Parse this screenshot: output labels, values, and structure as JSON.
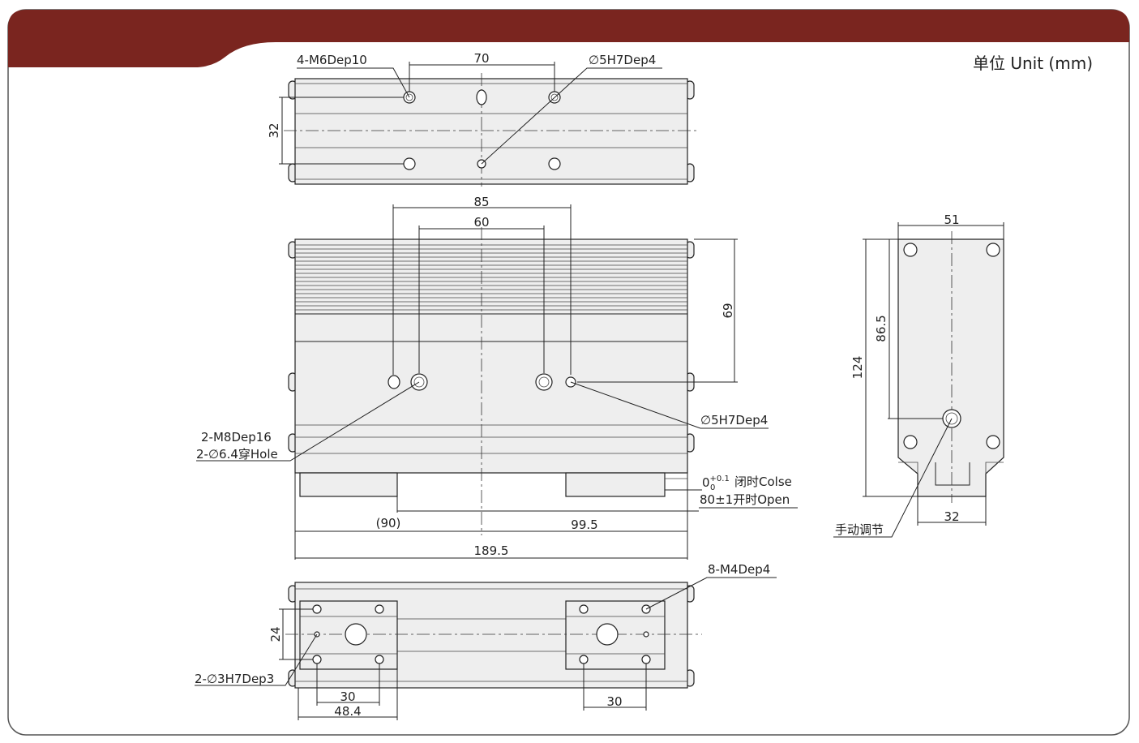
{
  "header": {
    "unit_label": "单位 Unit (mm)",
    "color": "#7a251f"
  },
  "top_view": {
    "holes_label": "4-M6Dep10",
    "pin_label": "∅5H7Dep4",
    "dim_width": "70",
    "dim_height": "32"
  },
  "front_view": {
    "dim_85": "85",
    "dim_60": "60",
    "dim_69": "69",
    "pin_label": "∅5H7Dep4",
    "thread_label": "2-M8Dep16",
    "hole_label": "2-∅6.4穿Hole",
    "close_label": "闭时Colse",
    "close_tol_main": "0",
    "close_tol_sup": "+0.1",
    "close_tol_sub": "0",
    "open_label": "80±1开时Open",
    "dim_90": "(90)",
    "dim_99_5": "99.5",
    "dim_189_5": "189.5"
  },
  "side_view": {
    "dim_51": "51",
    "dim_124": "124",
    "dim_86_5": "86.5",
    "dim_32": "32",
    "adjust_label": "手动调节"
  },
  "bottom_view": {
    "threads_label": "8-M4Dep4",
    "pin_label": "2-∅3H7Dep3",
    "dim_24": "24",
    "dim_30_left": "30",
    "dim_48_4": "48.4",
    "dim_30_right": "30"
  }
}
